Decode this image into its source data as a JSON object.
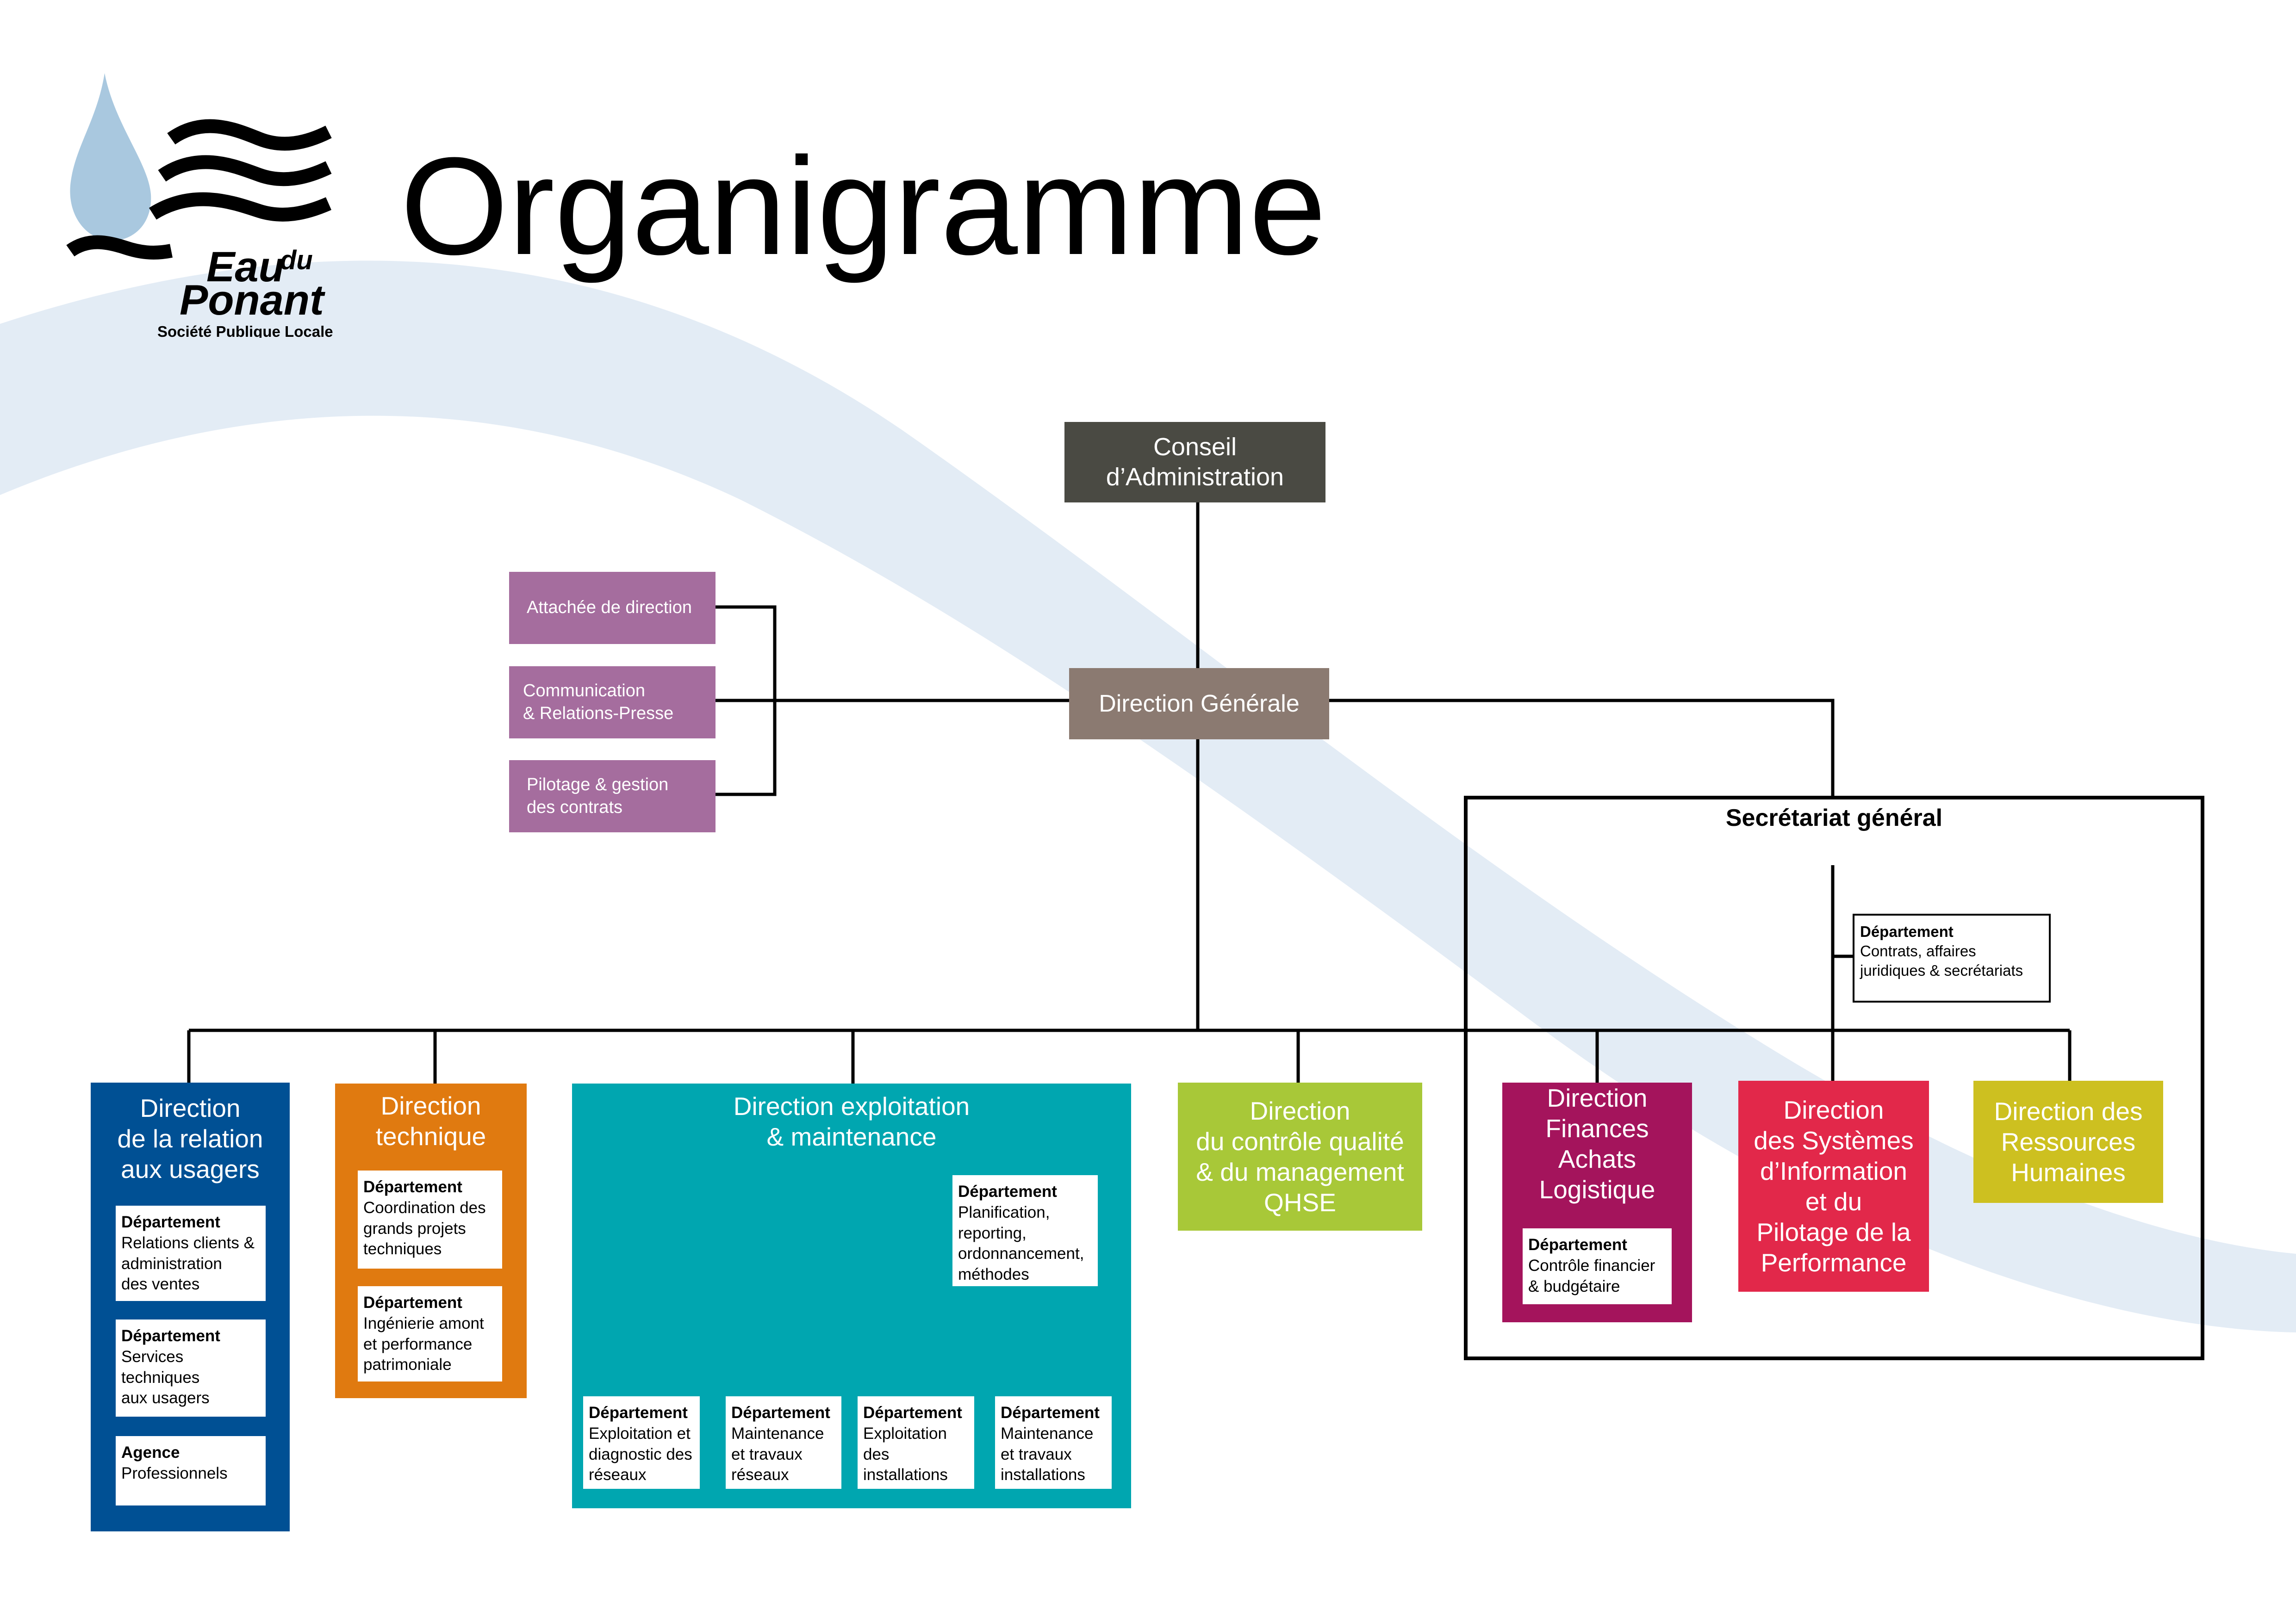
{
  "page": {
    "title": "Organigramme"
  },
  "logo": {
    "line1": "Eau",
    "line1_small": "du",
    "line2": "Ponant",
    "subtitle": "Société Publique Locale",
    "drop_color": "#a9c8df"
  },
  "colors": {
    "background_band": "#e3ecf5",
    "top": "#4a4a43",
    "dg": "#8b7a71",
    "side": "#a56d9e",
    "relation": "#005094",
    "technique": "#e07a10",
    "exploitation": "#00a6b0",
    "qualite": "#a8c838",
    "finances": "#a4145c",
    "si": "#e2284a",
    "rh": "#cdc020"
  },
  "top": {
    "label": "Conseil\nd’Administration"
  },
  "dg": {
    "label": "Direction Générale"
  },
  "side": [
    {
      "label": "Attachée de direction"
    },
    {
      "label": " Communication\n& Relations-Presse"
    },
    {
      "label": "Pilotage & gestion\ndes contrats"
    }
  ],
  "secretariat": {
    "title": "Secrétariat général",
    "dept": {
      "head": "Département",
      "body": "Contrats, affaires\njuridiques & secrétariats"
    }
  },
  "directions": {
    "relation": {
      "label": "Direction\nde la relation\naux usagers",
      "depts": [
        {
          "head": "Département",
          "body": "Relations clients &\nadministration\ndes ventes"
        },
        {
          "head": "Département",
          "body": "Services\ntechniques\naux usagers"
        },
        {
          "head": "Agence",
          "body": "Professionnels"
        }
      ]
    },
    "technique": {
      "label": "Direction\ntechnique",
      "depts": [
        {
          "head": "Département",
          "body": "Coordination des\ngrands projets\ntechniques"
        },
        {
          "head": "Département",
          "body": "Ingénierie amont\net performance\npatrimoniale"
        }
      ]
    },
    "exploitation": {
      "label": "Direction exploitation\n& maintenance",
      "planning": {
        "head": "Département",
        "body": "Planification,\nreporting,\nordonnancement,\nméthodes"
      },
      "depts": [
        {
          "head": "Département",
          "body": "Exploitation et\ndiagnostic des\nréseaux"
        },
        {
          "head": "Département",
          "body": "Maintenance\net travaux\nréseaux"
        },
        {
          "head": "Département",
          "body": "Exploitation\ndes\ninstallations"
        },
        {
          "head": "Département",
          "body": "Maintenance\net travaux\ninstallations"
        }
      ]
    },
    "qualite": {
      "label": "Direction\ndu contrôle qualité\n& du management\nQHSE"
    },
    "finances": {
      "label": "Direction\nFinances\nAchats\nLogistique",
      "dept": {
        "head": "Département",
        "body": "Contrôle financier\n& budgétaire"
      }
    },
    "si": {
      "label": "Direction\ndes Systèmes\nd’Information\net du\nPilotage de la\nPerformance"
    },
    "rh": {
      "label": "Direction des\nRessources\nHumaines"
    }
  }
}
